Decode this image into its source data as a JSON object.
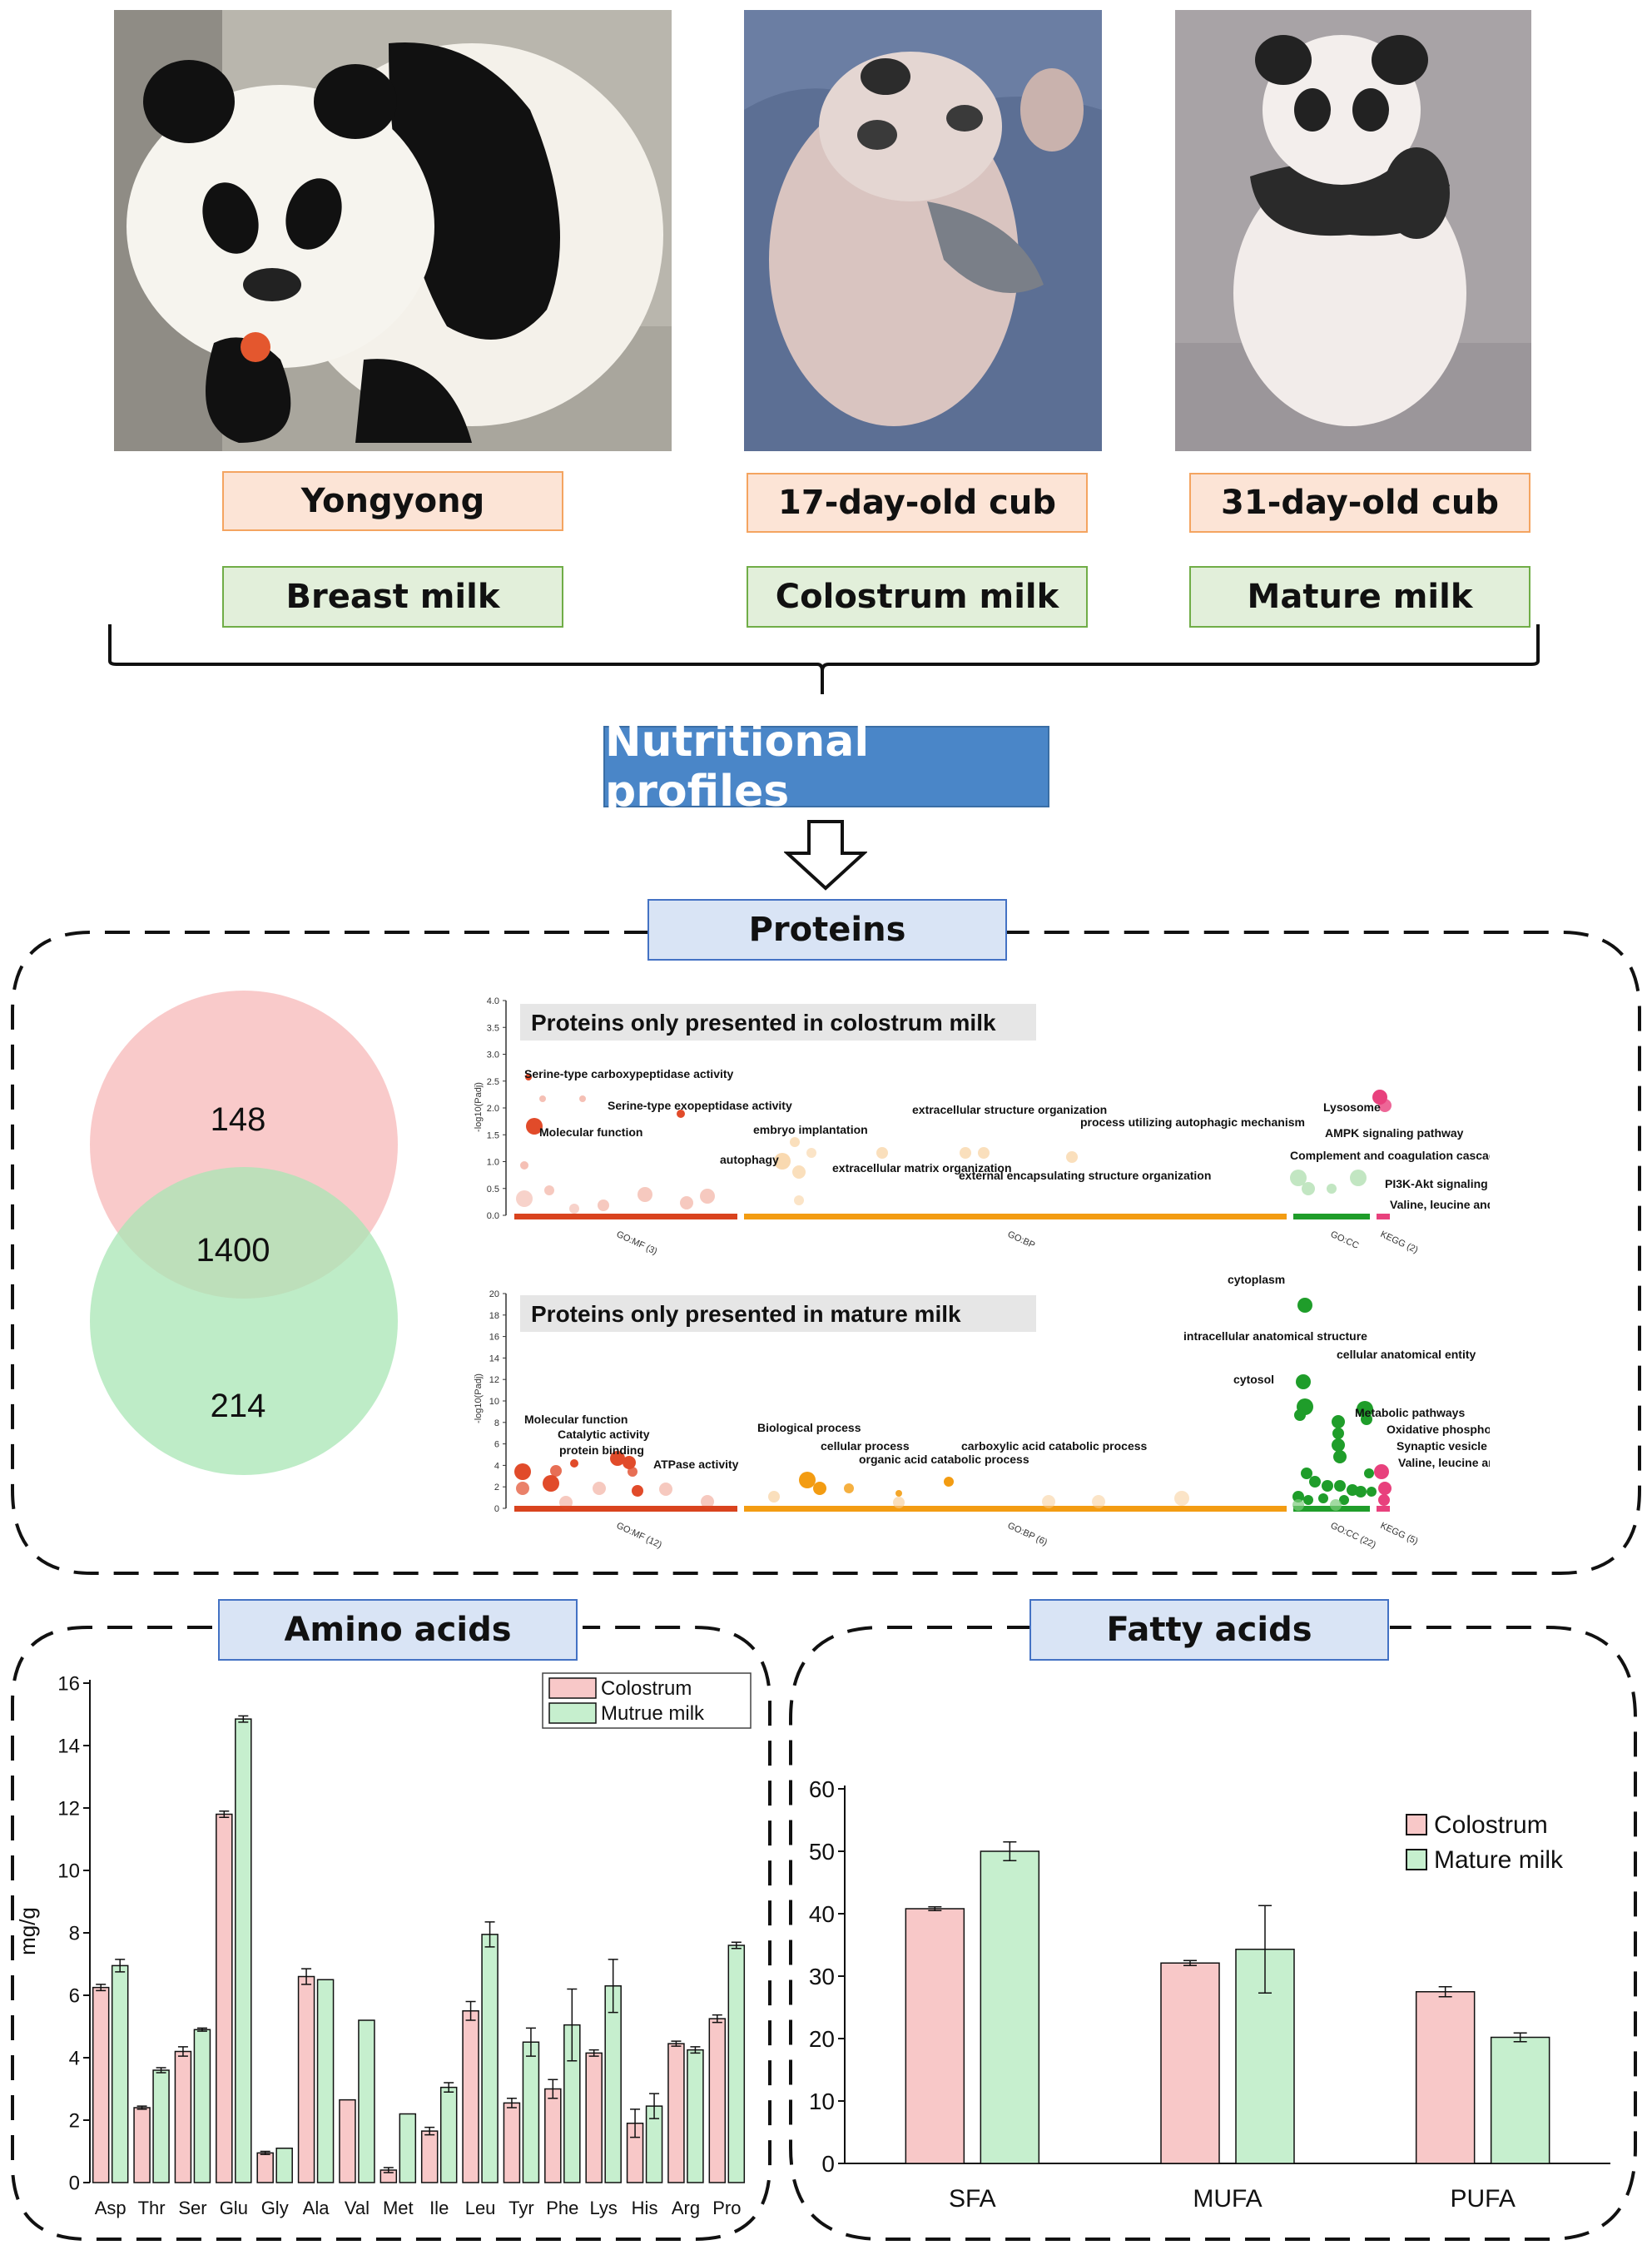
{
  "top": {
    "panda_labels": [
      "Yongyong",
      "17-day-old cub",
      "31-day-old cub"
    ],
    "milk_labels": [
      "Breast milk",
      "Colostrum milk",
      "Mature milk"
    ],
    "nutritional_title": "Nutritional profiles"
  },
  "proteins": {
    "title": "Proteins",
    "venn": {
      "top_value": "148",
      "overlap_value": "1400",
      "bottom_value": "214"
    },
    "colostrum_panel": {
      "title": "Proteins only presented in colostrum milk",
      "ylabel": "-log10(Padj)",
      "yticks": [
        "0.0",
        "0.5",
        "1.0",
        "1.5",
        "2.0",
        "2.5",
        "3.0",
        "3.5",
        "4.0"
      ],
      "groups": [
        "GO:MF (3)",
        "GO:BP",
        "GO:CC",
        "KEGG (2)"
      ],
      "annotations": [
        "Serine-type carboxypeptidase activity",
        "Molecular function",
        "Serine-type exopeptidase activity",
        "autophagy",
        "embryo implantation",
        "extracellular matrix organization",
        "extracellular structure organization",
        "external encapsulating structure organization",
        "process utilizing autophagic mechanism",
        "Lysosome",
        "AMPK signaling pathway",
        "Complement and coagulation cascades",
        "PI3K-Akt signaling pathway",
        "Valine, leucine and isoleucine degradation"
      ]
    },
    "mature_panel": {
      "title": "Proteins only presented in mature milk",
      "ylabel": "-log10(Padj)",
      "yticks": [
        "0",
        "2",
        "4",
        "6",
        "8",
        "10",
        "12",
        "14",
        "16",
        "18",
        "20"
      ],
      "groups": [
        "GO:MF (12)",
        "GO:BP (6)",
        "GO:CC (22)",
        "KEGG (5)"
      ],
      "annotations": [
        "cytoplasm",
        "intracellular anatomical structure",
        "cytosol",
        "cellular anatomical entity",
        "Metabolic pathways",
        "Oxidative phosphorylation",
        "Synaptic vesicle cycle",
        "Valine, leucine and isoleucine degradation",
        "Molecular function",
        "Catalytic activity",
        "protein binding",
        "ATPase activity",
        "Biological process",
        "cellular process",
        "organic acid catabolic process",
        "carboxylic acid catabolic process"
      ]
    }
  },
  "amino": {
    "title": "Amino acids",
    "ylabel": "mg/g",
    "legend": [
      "Colostrum",
      "Mutrue milk"
    ],
    "colors": {
      "colostrum": "#f8c8c8",
      "mature": "#c6efce"
    }
  },
  "fatty": {
    "title": "Fatty acids",
    "legend": [
      "Colostrum",
      "Mature milk"
    ]
  },
  "chart_data": [
    {
      "type": "bar",
      "ylabel": "mg/g",
      "ylim": [
        0,
        16
      ],
      "yticks": [
        0,
        2,
        4,
        6,
        8,
        10,
        12,
        14,
        16
      ],
      "legend_position": "top-right",
      "categories": [
        "Asp",
        "Thr",
        "Ser",
        "Glu",
        "Gly",
        "Ala",
        "Val",
        "Met",
        "Ile",
        "Leu",
        "Tyr",
        "Phe",
        "Lys",
        "His",
        "Arg",
        "Pro"
      ],
      "series": [
        {
          "name": "Colostrum",
          "values": [
            6.25,
            2.4,
            4.2,
            11.8,
            0.95,
            6.6,
            2.65,
            0.4,
            1.65,
            5.5,
            2.55,
            3.0,
            4.15,
            1.9,
            4.45,
            5.25
          ],
          "errors": [
            0.1,
            0.05,
            0.15,
            0.1,
            0.05,
            0.25,
            0,
            0.08,
            0.12,
            0.3,
            0.15,
            0.3,
            0.1,
            0.45,
            0.08,
            0.12
          ]
        },
        {
          "name": "Mutrue milk",
          "values": [
            6.95,
            3.6,
            4.9,
            14.85,
            1.1,
            6.5,
            5.2,
            2.2,
            3.05,
            7.95,
            4.5,
            5.05,
            6.3,
            2.45,
            4.25,
            7.6
          ],
          "errors": [
            0.2,
            0.08,
            0.05,
            0.1,
            0,
            0,
            0,
            0,
            0.15,
            0.4,
            0.45,
            1.15,
            0.85,
            0.4,
            0.1,
            0.1
          ]
        }
      ]
    },
    {
      "type": "bar",
      "ylim": [
        0,
        60
      ],
      "yticks": [
        0,
        10,
        20,
        30,
        40,
        50,
        60
      ],
      "legend_position": "top-right",
      "categories": [
        "SFA",
        "MUFA",
        "PUFA"
      ],
      "series": [
        {
          "name": "Colostrum",
          "values": [
            40.8,
            32.1,
            27.5
          ],
          "errors": [
            0.3,
            0.4,
            0.8
          ]
        },
        {
          "name": "Mature milk",
          "values": [
            50.0,
            34.3,
            20.2
          ],
          "errors": [
            1.5,
            7.0,
            0.7
          ]
        }
      ]
    }
  ]
}
